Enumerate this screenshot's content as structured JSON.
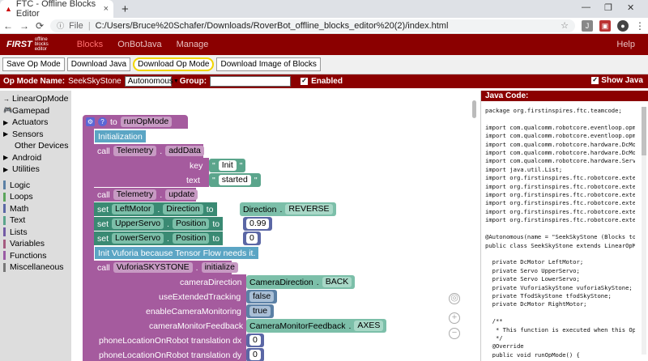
{
  "browser": {
    "tab_title": "FTC - Offline Blocks Editor",
    "tab_close": "×",
    "new_tab": "+",
    "file_label": "File",
    "url": "C:/Users/Bruce%20Schafer/Downloads/RoverBot_offline_blocks_editor%20(2)/index.html"
  },
  "app": {
    "logo": "FIRST",
    "logo_sub": "offline blocks editor",
    "nav": [
      "Blocks",
      "OnBotJava",
      "Manage"
    ],
    "help": "Help"
  },
  "toolbar": {
    "buttons": [
      "Save Op Mode",
      "Download Java",
      "Download Op Mode",
      "Download Image of Blocks"
    ]
  },
  "opmode": {
    "name_label": "Op Mode Name:",
    "name": "SeekSkyStone",
    "type": "Autonomous",
    "group_label": "Group:",
    "group_value": "",
    "enabled_label": "Enabled",
    "show_java_label": "Show Java"
  },
  "toolbox": [
    {
      "label": "LinearOpMode",
      "arrow": "→"
    },
    {
      "label": "Gamepad",
      "arrow": "🎮"
    },
    {
      "label": "Actuators",
      "arrow": "▶"
    },
    {
      "label": "Sensors",
      "arrow": "▶"
    },
    {
      "label": "Other Devices",
      "arrow": ""
    },
    {
      "label": "Android",
      "arrow": "▶"
    },
    {
      "label": "Utilities",
      "arrow": "▶"
    },
    {
      "label": "Logic",
      "color": "#5b80a5"
    },
    {
      "label": "Loops",
      "color": "#5ba55b"
    },
    {
      "label": "Math",
      "color": "#5b67a5"
    },
    {
      "label": "Text",
      "color": "#5ba58c"
    },
    {
      "label": "Lists",
      "color": "#745ba5"
    },
    {
      "label": "Variables",
      "color": "#a55b80"
    },
    {
      "label": "Functions",
      "color": "#9a5ba5"
    },
    {
      "label": "Miscellaneous",
      "color": "#777777"
    }
  ],
  "blocks": {
    "to": "to",
    "func": "runOpMode",
    "init": "Initialization",
    "call": "call",
    "telemetry": "Telemetry",
    "addData": "addData",
    "key": "key",
    "key_val": "Init",
    "text": "text",
    "text_val": "started",
    "update": "update",
    "set": "set",
    "left_motor": "LeftMotor",
    "direction": "Direction",
    "to2": "to",
    "direction_enum": "Direction",
    "reverse": "REVERSE",
    "upper_servo": "UpperServo",
    "position": "Position",
    "upper_val": "0.99",
    "lower_servo": "LowerServo",
    "lower_val": "0",
    "comment": "Init Vuforia because Tensor Flow needs it.",
    "vuforia": "VuforiaSKYSTONE",
    "initialize": "initialize",
    "camera_direction": "cameraDirection",
    "camera_direction_enum": "CameraDirection",
    "back": "BACK",
    "use_ext": "useExtendedTracking",
    "false": "false",
    "enable_cam": "enableCameraMonitoring",
    "true": "true",
    "cam_feedback": "cameraMonitorFeedback",
    "cam_feedback_enum": "CameraMonitorFeedback",
    "axes": "AXES",
    "phone_loc": "phoneLocationOnRobot translation dx",
    "phone_loc_val": "0",
    "phone_loc2": "phoneLocationOnRobot translation dy",
    "phone_loc2_val": "0"
  },
  "java": {
    "header": "Java Code:",
    "code": "package org.firstinspires.ftc.teamcode;\n\nimport com.qualcomm.robotcore.eventloop.opmo\nimport com.qualcomm.robotcore.eventloop.opmo\nimport com.qualcomm.robotcore.hardware.DcMot\nimport com.qualcomm.robotcore.hardware.DcMot\nimport com.qualcomm.robotcore.hardware.Servo\nimport java.util.List;\nimport org.firstinspires.ftc.robotcore.exter\nimport org.firstinspires.ftc.robotcore.exter\nimport org.firstinspires.ftc.robotcore.exter\nimport org.firstinspires.ftc.robotcore.exter\nimport org.firstinspires.ftc.robotcore.exter\nimport org.firstinspires.ftc.robotcore.exter\n\n@Autonomous(name = \"SeekSkyStone (Blocks to\npublic class SeekSkyStone extends LinearOpMo\n\n  private DcMotor LeftMotor;\n  private Servo UpperServo;\n  private Servo LowerServo;\n  private VuforiaSkyStone vuforiaSkyStone;\n  private TfodSkyStone tfodSkyStone;\n  private DcMotor RightMotor;\n\n  /**\n   * This function is executed when this Op\n   */\n  @Override\n  public void runOpMode() {"
  }
}
